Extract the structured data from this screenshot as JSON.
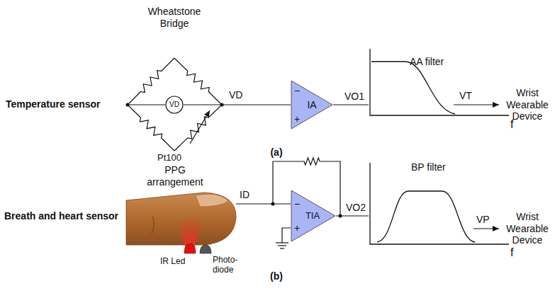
{
  "diagram": {
    "nodes": [
      {
        "text": [
          "VD"
        ]
      },
      {
        "text": [
          "IA",
          "−",
          "+"
        ]
      },
      {
        "text": [
          "AA filter",
          "f"
        ]
      },
      {
        "text": [
          "TIA",
          "−",
          "+"
        ]
      },
      {
        "text": [
          "BP filter",
          "f"
        ]
      }
    ],
    "edges": [
      {
        "from": 1,
        "to": 2,
        "arrow": "none",
        "label": "VO1"
      },
      {
        "from": 3,
        "to": 4,
        "arrow": "none",
        "label": "VO2"
      }
    ],
    "labels": [
      "Wheatstone Bridge",
      "Temperature sensor",
      "VD",
      "Pt100",
      "(a)",
      "VT",
      "Wrist Wearable Device",
      "PPG arrangement",
      "Breath and heart sensor",
      "IR Led",
      "Photo- diode",
      "ID",
      "(b)",
      "VP",
      "Wrist Wearable Device"
    ]
  }
}
